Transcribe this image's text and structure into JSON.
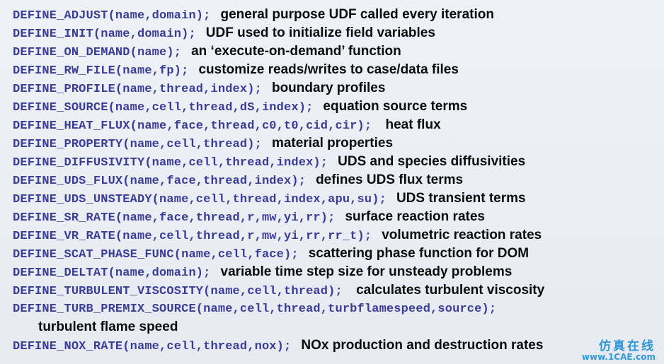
{
  "items": [
    {
      "code": "DEFINE_ADJUST(name,domain);",
      "desc": "general purpose UDF called every iteration"
    },
    {
      "code": "DEFINE_INIT(name,domain);",
      "desc": "UDF used to initialize field variables"
    },
    {
      "code": "DEFINE_ON_DEMAND(name);",
      "desc": "an ‘execute-on-demand’ function"
    },
    {
      "code": "DEFINE_RW_FILE(name,fp);",
      "desc": "customize reads/writes to case/data files"
    },
    {
      "code": "DEFINE_PROFILE(name,thread,index);",
      "desc": "boundary profiles"
    },
    {
      "code": "DEFINE_SOURCE(name,cell,thread,dS,index);",
      "desc": "equation source terms"
    },
    {
      "code": "DEFINE_HEAT_FLUX(name,face,thread,c0,t0,cid,cir);",
      "desc": " heat flux"
    },
    {
      "code": "DEFINE_PROPERTY(name,cell,thread);",
      "desc": "material properties"
    },
    {
      "code": "DEFINE_DIFFUSIVITY(name,cell,thread,index);",
      "desc": "UDS and species diffusivities"
    },
    {
      "code": "DEFINE_UDS_FLUX(name,face,thread,index);",
      "desc": "defines UDS flux terms"
    },
    {
      "code": "DEFINE_UDS_UNSTEADY(name,cell,thread,index,apu,su);",
      "desc": "UDS transient terms"
    },
    {
      "code": "DEFINE_SR_RATE(name,face,thread,r,mw,yi,rr);",
      "desc": "surface reaction rates"
    },
    {
      "code": "DEFINE_VR_RATE(name,cell,thread,r,mw,yi,rr,rr_t);",
      "desc": "volumetric reaction rates"
    },
    {
      "code": "DEFINE_SCAT_PHASE_FUNC(name,cell,face);",
      "desc": "scattering phase function for DOM"
    },
    {
      "code": "DEFINE_DELTAT(name,domain);",
      "desc": "variable time step size for unsteady problems"
    },
    {
      "code": "DEFINE_TURBULENT_VISCOSITY(name,cell,thread);",
      "desc": " calculates turbulent viscosity"
    },
    {
      "code": "DEFINE_TURB_PREMIX_SOURCE(name,cell,thread,turbflamespeed,source);",
      "desc": ""
    }
  ],
  "continuation": "turbulent flame speed",
  "last_item": {
    "code": "DEFINE_NOX_RATE(name,cell,thread,nox);",
    "desc": "NOx  production and destruction rates"
  },
  "watermark": {
    "cn": "仿真在线",
    "url": "www.1CAE.com"
  }
}
